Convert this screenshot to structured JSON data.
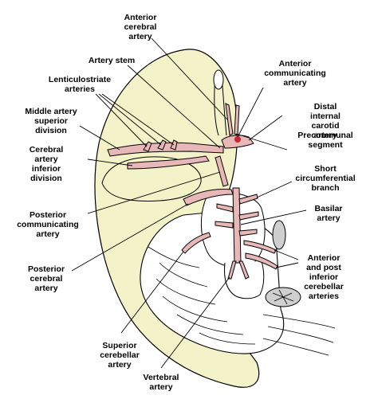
{
  "colors": {
    "hemisphere_fill": "#f4f2c8",
    "artery_fill": "#e8b8b8",
    "outline": "#000000",
    "background": "#ffffff"
  },
  "labels": {
    "anterior_cerebral_artery": "Anterior\ncerebral\nartery",
    "artery_stem": "Artery stem",
    "lenticulostriate_arteries": "Lenticulostriate\narteries",
    "anterior_communicating_artery": "Anterior\ncommunicating\nartery",
    "middle_artery_superior_division": "Middle artery\nsuperior\ndivision",
    "distal_internal_carotid_artery": "Distal internal\ncarotid artery",
    "precommunal_segment": "Precommunal\nsegment",
    "cerebral_artery_inferior_division": "Cerebral\nartery\ninferior\ndivision",
    "short_circumferential_branch": "Short\ncircumferential\nbranch",
    "posterior_communicating_artery": "Posterior\ncommunicating\nartery",
    "basilar_artery": "Basilar\nartery",
    "posterior_cerebral_artery": "Posterior\ncerebral\nartery",
    "anterior_and_post_inferior_cerebellar_arteries": "Anterior\nand post\ninferior\ncerebellar\narteries",
    "superior_cerebellar_artery": "Superior\ncerebellar\nartery",
    "vertebral_artery": "Vertebral\nartery"
  }
}
